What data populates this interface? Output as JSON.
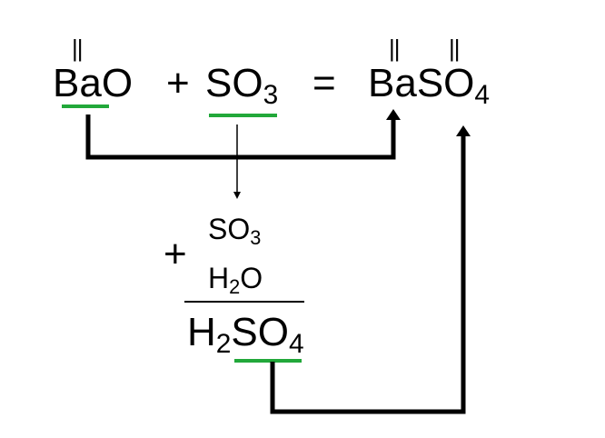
{
  "equation": {
    "reactant1": "BaO",
    "plus1": "+",
    "reactant2": {
      "base": "SO",
      "sub": "3"
    },
    "equals": "=",
    "product": {
      "base1": "BaSO",
      "sub": "4"
    }
  },
  "valence_marks": {
    "ba_left": "||",
    "ba_right": "||",
    "so4_right": "||"
  },
  "side_reaction": {
    "plus": "+",
    "line1": {
      "base": "SO",
      "sub": "3"
    },
    "line2": {
      "pre": "H",
      "sub": "2",
      "post": "O"
    },
    "result": {
      "pre": "H",
      "sub1": "2",
      "mid": "SO",
      "sub2": "4"
    }
  },
  "colors": {
    "text": "#000000",
    "underline": "#22a83a",
    "arrows": "#000000"
  }
}
